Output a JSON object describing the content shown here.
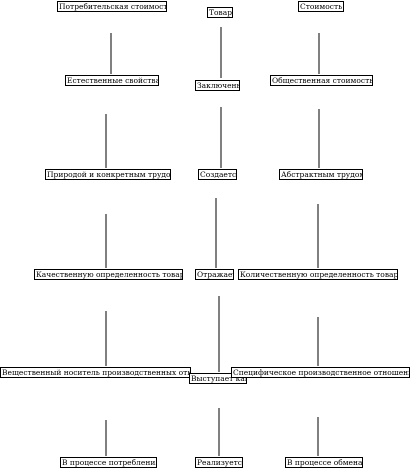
{
  "diagram": {
    "columns": {
      "left": {
        "items": [
          "Потребительская стоимость",
          "Естественные свойства",
          "Природой и конкретным трудом",
          "Качественную определенность товара",
          "Вещественный носитель производственных отношений",
          "В процессе потребления"
        ]
      },
      "center": {
        "items": [
          "Товар",
          "Заключены",
          "Создается",
          "Отражает",
          "Выступает как",
          "Реализуется"
        ]
      },
      "right": {
        "items": [
          "Стоимость",
          "Общественная стоимость",
          "Абстрактным трудом",
          "Количественную определенность товара",
          "Специфическое производственное отношение",
          "В процессе обмена"
        ]
      }
    },
    "colors": {
      "line": "#000000",
      "box_border": "#000000",
      "box_fill": "#ffffff",
      "text": "#000000"
    }
  }
}
